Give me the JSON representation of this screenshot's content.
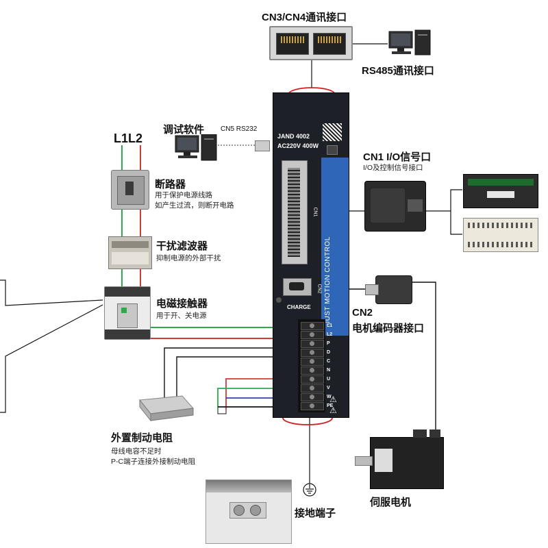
{
  "top": {
    "cn34_title": "CN3/CN4通讯接口",
    "rs485_label": "RS485通讯接口"
  },
  "debug": {
    "title": "调试软件",
    "port": "CN5 RS232"
  },
  "power": {
    "l1l2": "L1L2"
  },
  "breaker": {
    "title": "断路器",
    "desc1": "用于保护电源线路",
    "desc2": "如产生过流，则断开电路"
  },
  "filter": {
    "title": "干扰滤波器",
    "desc": "抑制电源的外部干扰"
  },
  "contactor": {
    "title": "电磁接触器",
    "desc": "用于开、关电源"
  },
  "drive": {
    "model": "JAND 4002",
    "spec": "AC220V 400W",
    "brand": "JUST MOTION CONTROL",
    "charge": "CHARGE",
    "cn1_tag": "CN1",
    "cn2_tag": "CN2",
    "terminals": [
      "L1",
      "L2",
      "P",
      "D",
      "C",
      "N",
      "U",
      "V",
      "W",
      "PE"
    ]
  },
  "cn1": {
    "title": "CN1  I/O信号口",
    "desc": "I/O及控制信号接口"
  },
  "cn2": {
    "title1": "CN2",
    "title2": "电机编码器接口"
  },
  "resistor": {
    "title": "外置制动电阻",
    "desc1": "母线电容不足时",
    "desc2": "P-C端子连接外接制动电阻"
  },
  "motor": {
    "title": "伺服电机"
  },
  "ground": {
    "title": "接地端子"
  },
  "colors": {
    "drive_body": "#1d2127",
    "drive_stripe": "#2f66b8",
    "wire_green": "#2eaa4a",
    "wire_red": "#d23a3a",
    "wire_blue": "#2d3fb0",
    "wire_black": "#111111",
    "ellipse_red": "#d21e1e"
  }
}
